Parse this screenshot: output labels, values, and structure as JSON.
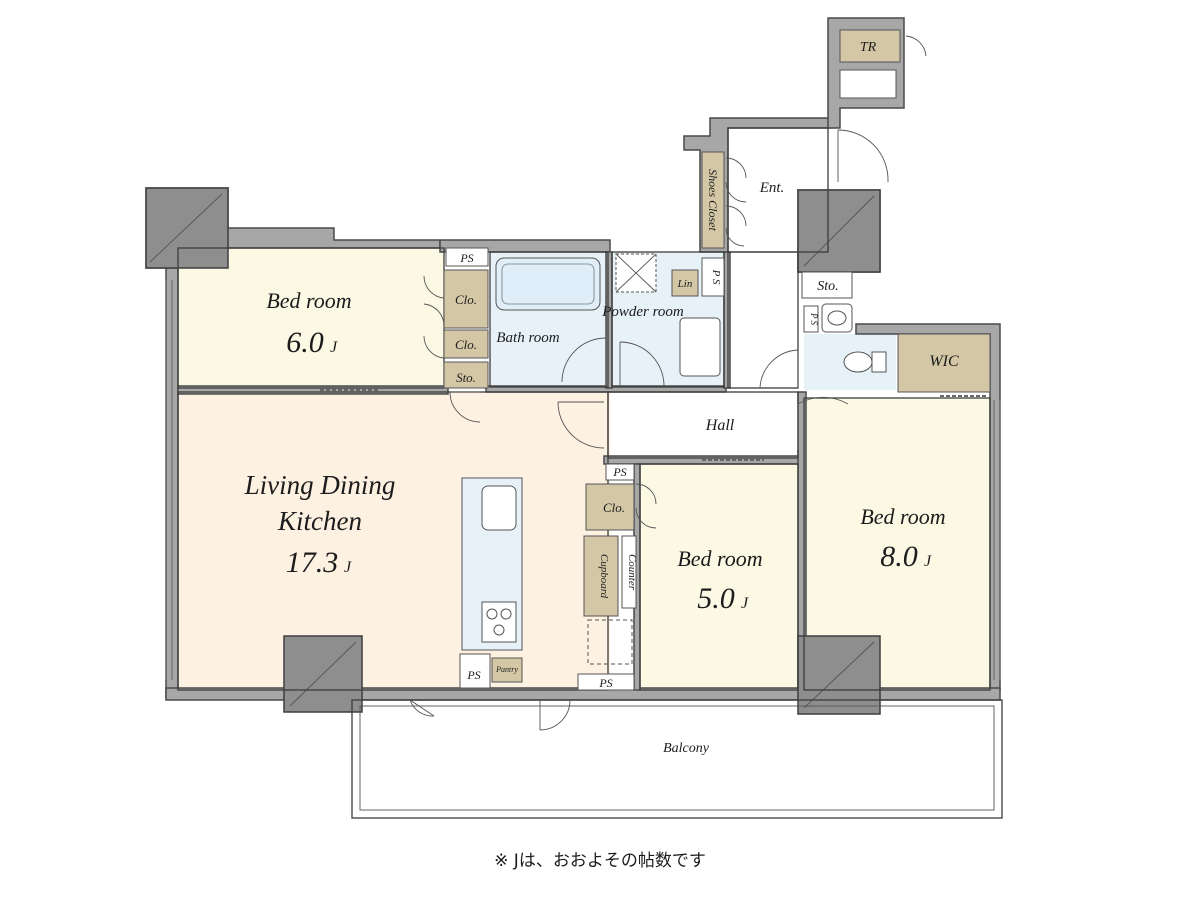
{
  "labels": {
    "tr": "TR",
    "ent": "Ent.",
    "shoes_closet": "Shoes Closet",
    "ps_top": "PS",
    "ps_powder": "P S",
    "lin": "Lin",
    "bath": "Bath room",
    "powder": "Powder room",
    "sto_right": "Sto.",
    "ps_toilet": "P S",
    "wic": "WIC",
    "bed1_name": "Bed room",
    "bed1_size": "6.0",
    "clo1": "Clo.",
    "clo2": "Clo.",
    "sto_left": "Sto.",
    "hall": "Hall",
    "ldk_line1": "Living Dining",
    "ldk_line2": "Kitchen",
    "ldk_size": "17.3",
    "ps_mid": "PS",
    "clo3": "Clo.",
    "cupboard": "Cupboard",
    "counter": "Counter",
    "bed2_name": "Bed room",
    "bed2_size": "5.0",
    "bed3_name": "Bed room",
    "bed3_size": "8.0",
    "ps_kitchen": "PS",
    "pantry": "Pantry",
    "ps_bottom": "PS",
    "balcony": "Balcony",
    "unit_mark": "J"
  },
  "footnote": "※ Jは、おおよその帖数です",
  "colors": {
    "bedroom": "#fbf8e4",
    "ldk": "#fdf1e2",
    "wet": "#e6f1f8",
    "storage": "#d3c7a6",
    "wall": "#a7a7a7",
    "column": "#8e8e8e"
  }
}
